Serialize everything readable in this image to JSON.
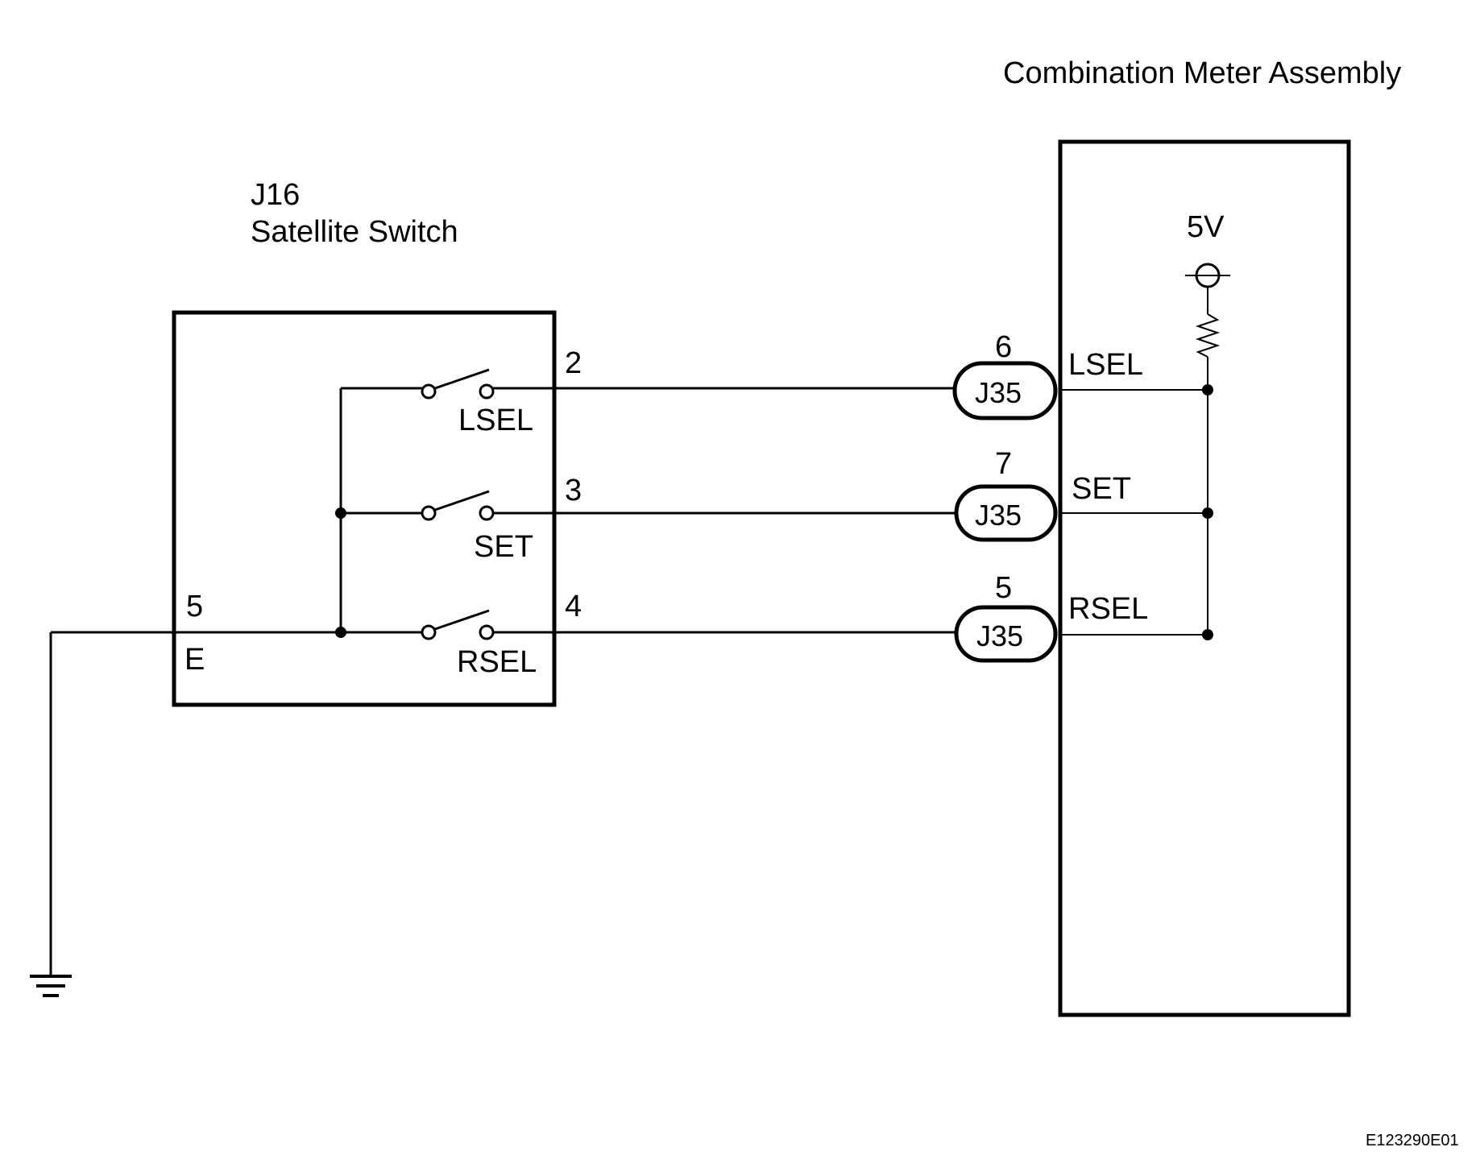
{
  "combo": {
    "title": "Combination Meter Assembly",
    "voltage": "5V",
    "terminals": {
      "lsel": "LSEL",
      "set": "SET",
      "rsel": "RSEL"
    }
  },
  "switch": {
    "code": "J16",
    "name": "Satellite Switch",
    "pins": {
      "lsel": "2",
      "set": "3",
      "rsel": "4",
      "ground": "5"
    },
    "ground_label": "E",
    "switch_labels": {
      "lsel": "LSEL",
      "set": "SET",
      "rsel": "RSEL"
    }
  },
  "connectors": [
    {
      "label": "J35",
      "pin": "6"
    },
    {
      "label": "J35",
      "pin": "7"
    },
    {
      "label": "J35",
      "pin": "5"
    }
  ],
  "figure_id": "E123290E01"
}
